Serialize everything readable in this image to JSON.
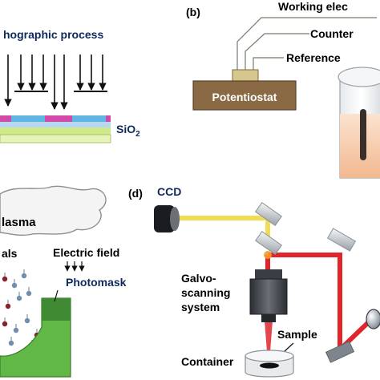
{
  "panel_a": {
    "title": "hographic process",
    "substrate_label": "SiO",
    "substrate_sub": "2"
  },
  "panel_b": {
    "tag": "(b)",
    "working": "Working elec",
    "counter": "Counter",
    "reference": "Reference",
    "instrument": "Potentiostat"
  },
  "panel_c": {
    "plasma": "lasma",
    "radicals": "als",
    "field": "Electric field",
    "mask": "Photomask"
  },
  "panel_d": {
    "tag": "(d)",
    "camera": "CCD",
    "scanner_line1": "Galvo-",
    "scanner_line2": "scanning",
    "scanner_line3": "system",
    "sample": "Sample",
    "container": "Container"
  },
  "colors": {
    "text_blue": "#0d2a5c",
    "laser_red": "#e0262b",
    "laser_yellow": "#f2dc55",
    "mask_green": "#5fb84a",
    "potentiostat_brown": "#7a5a35"
  }
}
